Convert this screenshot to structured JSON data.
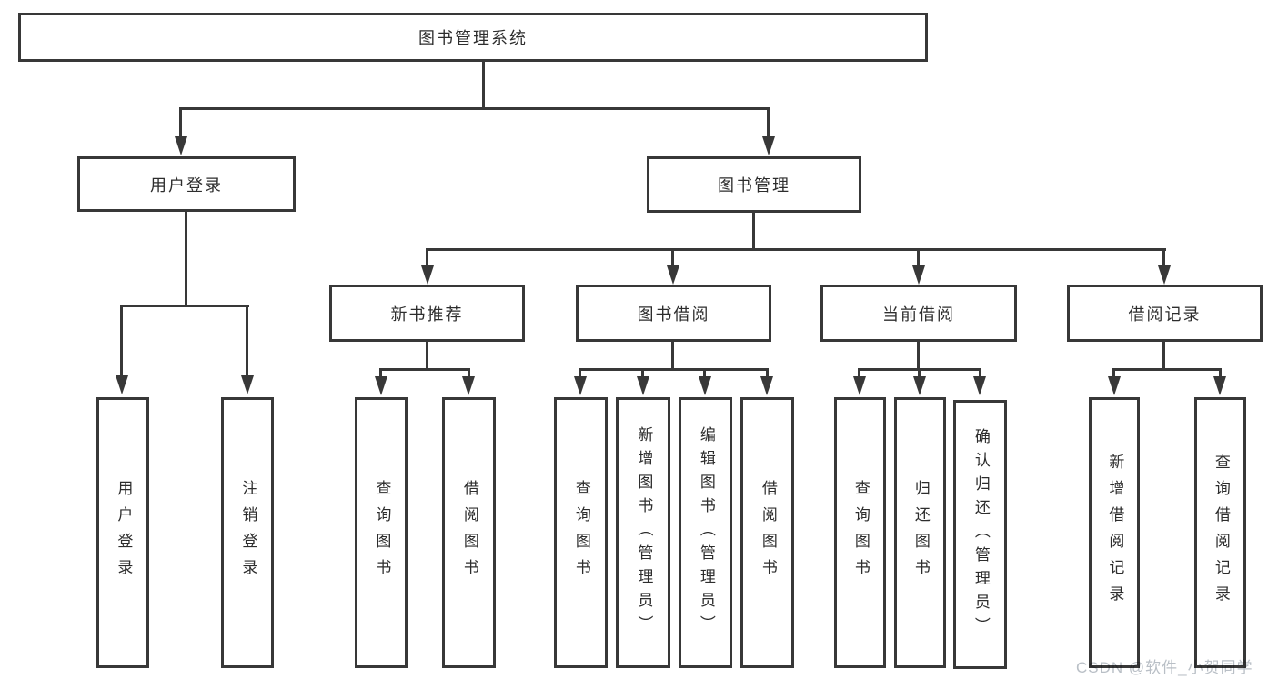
{
  "diagram_title": "图书管理系统",
  "colors": {
    "line": "#383838",
    "text": "#2d2d2d",
    "watermark_text_color": "#b9bfc6",
    "background": "#ffffff"
  },
  "tree": {
    "label": "图书管理系统",
    "children": [
      {
        "label": "用户登录",
        "children": [
          {
            "label": "用户登录"
          },
          {
            "label": "注销登录"
          }
        ]
      },
      {
        "label": "图书管理",
        "children": [
          {
            "label": "新书推荐",
            "children": [
              {
                "label": "查询图书"
              },
              {
                "label": "借阅图书"
              }
            ]
          },
          {
            "label": "图书借阅",
            "children": [
              {
                "label": "查询图书"
              },
              {
                "label": "新增图书（管理员）"
              },
              {
                "label": "编辑图书（管理员）"
              },
              {
                "label": "借阅图书"
              }
            ]
          },
          {
            "label": "当前借阅",
            "children": [
              {
                "label": "查询图书"
              },
              {
                "label": "归还图书"
              },
              {
                "label": "确认归还（管理员）"
              }
            ]
          },
          {
            "label": "借阅记录",
            "children": [
              {
                "label": "新增借阅记录"
              },
              {
                "label": "查询借阅记录"
              }
            ]
          }
        ]
      }
    ]
  },
  "watermark": {
    "text": "CSDN @软件_小贺同学"
  }
}
